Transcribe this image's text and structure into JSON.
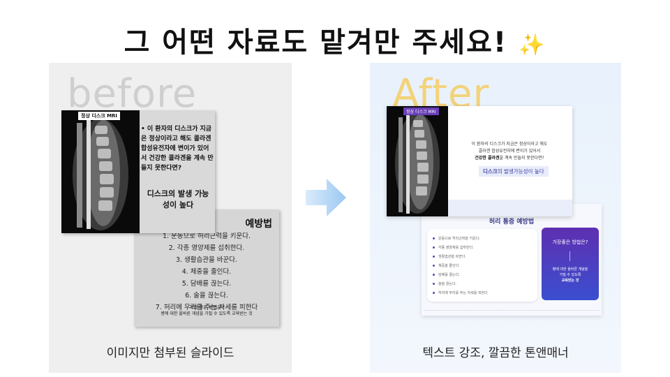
{
  "headline": "그 어떤 자료도 맡겨만 주세요!",
  "headline_sparkle": "✨",
  "before": {
    "word": "before",
    "caption": "이미지만 첨부된 슬라이드",
    "slide1": {
      "tag": "정상 디스크 MRI",
      "bullet": "• 이 환자의 디스크가 지금은 정상이라고 해도 콜라겐 합성유전자에 변이가 있어서 건강한 콜라겐을 계속 만들지 못한다면?",
      "emphasis": "디스크의 발생 가능성이 높다"
    },
    "slide2": {
      "heading": "예방법",
      "items": [
        "1. 운동으로 허리근력을 키운다.",
        "2. 각종 영양제를 섭취한다.",
        "3. 생활습관을 바꾼다.",
        "4. 체중을 줄인다.",
        "5. 담배를 끊는다.",
        "6. 술을 끊는다.",
        "7. 허리에 무리를 주는 자세를 피한다"
      ],
      "note_question": "가장 좋은 방법은?",
      "note_answer": "병에 대한 올바른 개념을 가질 수 있도록 교육받는 것"
    }
  },
  "after": {
    "word": "After",
    "caption": "텍스트 강조, 깔끔한 톤앤매너",
    "slide1": {
      "tag": "정상 디스크 MRI",
      "body_line1": "이 환자의 디스크가 지금은 정상이라고 해도",
      "body_line2": "콜라겐 합성유전자에 변이가 있어서",
      "body_line3_bold": "건강한 콜라겐",
      "body_line3_rest": "을 계속 만들지 못한다면?",
      "callout_bold": "디스크",
      "callout_rest": "의 발생가능성이 높다"
    },
    "slide2": {
      "heading": "허리 통증 예방법",
      "items": [
        "운동으로 허리근력을 키운다.",
        "각종 영양제를 섭취한다.",
        "생활습관을 바꾼다.",
        "체중을 줄인다.",
        "담배를 끊는다.",
        "술을 끊는다.",
        "허리에 무리를 주는 자세를 피한다"
      ],
      "box_question": "가장좋은 방법은?",
      "box_answer_1": "병에 대한 올바른 개념을",
      "box_answer_2": "가질 수 있도록",
      "box_answer_3": "교육받는 것"
    }
  },
  "colors": {
    "arrow": "#a9d0f5",
    "after_word": "#f3d27a",
    "before_word": "#cfcfcf",
    "purple_box": "#5e2fb0"
  },
  "icons": {
    "arrow": "right-arrow-icon",
    "sparkle": "sparkle-icon"
  }
}
